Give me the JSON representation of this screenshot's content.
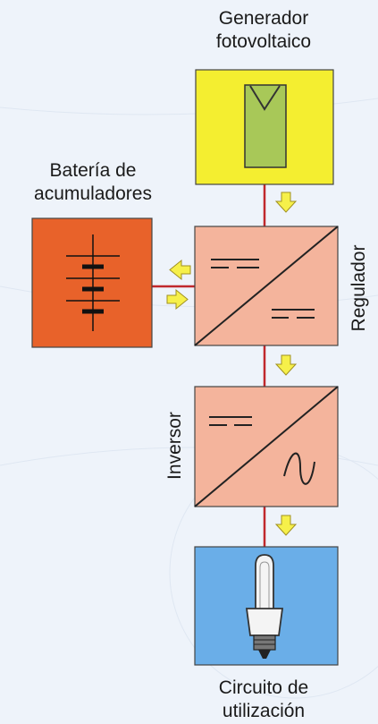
{
  "labels": {
    "generator": "Generador\nfotovoltaico",
    "battery": "Batería de\nacumuladores",
    "regulator": "Regulador",
    "inverter": "Inversor",
    "load": "Circuito de\nutilización"
  },
  "colors": {
    "background": "#eef3fa",
    "generator_box": "#f4ee30",
    "panel": "#a8c858",
    "battery_box": "#e8622a",
    "converter_box": "#f4b49c",
    "load_box": "#6aaee8",
    "wire": "#c0282c",
    "arrow": "#f6f04a"
  },
  "icons": {
    "generator": "solar-panel-icon",
    "battery": "battery-stack-icon",
    "regulator": "dc-dc-converter-icon",
    "inverter": "dc-ac-converter-icon",
    "load": "cfl-lamp-icon"
  }
}
